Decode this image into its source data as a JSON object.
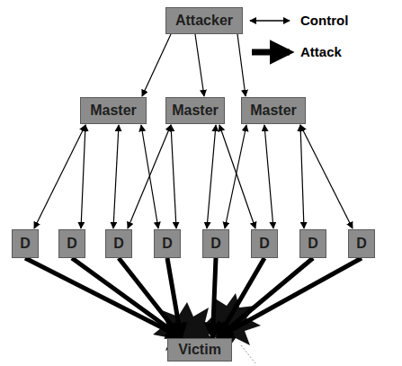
{
  "diagram": {
    "nodes": [
      {
        "text": [
          "Attacker"
        ]
      },
      {
        "text": [
          "Master"
        ]
      },
      {
        "text": [
          "Master"
        ]
      },
      {
        "text": [
          "Master"
        ]
      },
      {
        "text": [
          "D"
        ]
      },
      {
        "text": [
          "D"
        ]
      },
      {
        "text": [
          "D"
        ]
      },
      {
        "text": [
          "D"
        ]
      },
      {
        "text": [
          "D"
        ]
      },
      {
        "text": [
          "D"
        ]
      },
      {
        "text": [
          "D"
        ]
      },
      {
        "text": [
          "D"
        ]
      },
      {
        "text": [
          "Victim"
        ]
      }
    ],
    "edges": [
      {
        "from": 0,
        "to": 1,
        "arrow": "to"
      },
      {
        "from": 0,
        "to": 2,
        "arrow": "to"
      },
      {
        "from": 0,
        "to": 3,
        "arrow": "to"
      },
      {
        "from": 1,
        "to": 4,
        "arrow": "both"
      },
      {
        "from": 1,
        "to": 5,
        "arrow": "both"
      },
      {
        "from": 1,
        "to": 6,
        "arrow": "both"
      },
      {
        "from": 1,
        "to": 7,
        "arrow": "both"
      },
      {
        "from": 2,
        "to": 6,
        "arrow": "both"
      },
      {
        "from": 2,
        "to": 7,
        "arrow": "both"
      },
      {
        "from": 2,
        "to": 8,
        "arrow": "both"
      },
      {
        "from": 2,
        "to": 9,
        "arrow": "both"
      },
      {
        "from": 3,
        "to": 8,
        "arrow": "both"
      },
      {
        "from": 3,
        "to": 9,
        "arrow": "both"
      },
      {
        "from": 3,
        "to": 10,
        "arrow": "both"
      },
      {
        "from": 3,
        "to": 11,
        "arrow": "both"
      },
      {
        "from": 4,
        "to": 12,
        "arrow": "to"
      },
      {
        "from": 5,
        "to": 12,
        "arrow": "to"
      },
      {
        "from": 6,
        "to": 12,
        "arrow": "to"
      },
      {
        "from": 7,
        "to": 12,
        "arrow": "to"
      },
      {
        "from": 8,
        "to": 12,
        "arrow": "to"
      },
      {
        "from": 9,
        "to": 12,
        "arrow": "to"
      },
      {
        "from": 10,
        "to": 12,
        "arrow": "to"
      },
      {
        "from": 11,
        "to": 12,
        "arrow": "to"
      }
    ],
    "legend": [
      {
        "text": "Control"
      },
      {
        "text": "Attack"
      }
    ]
  }
}
